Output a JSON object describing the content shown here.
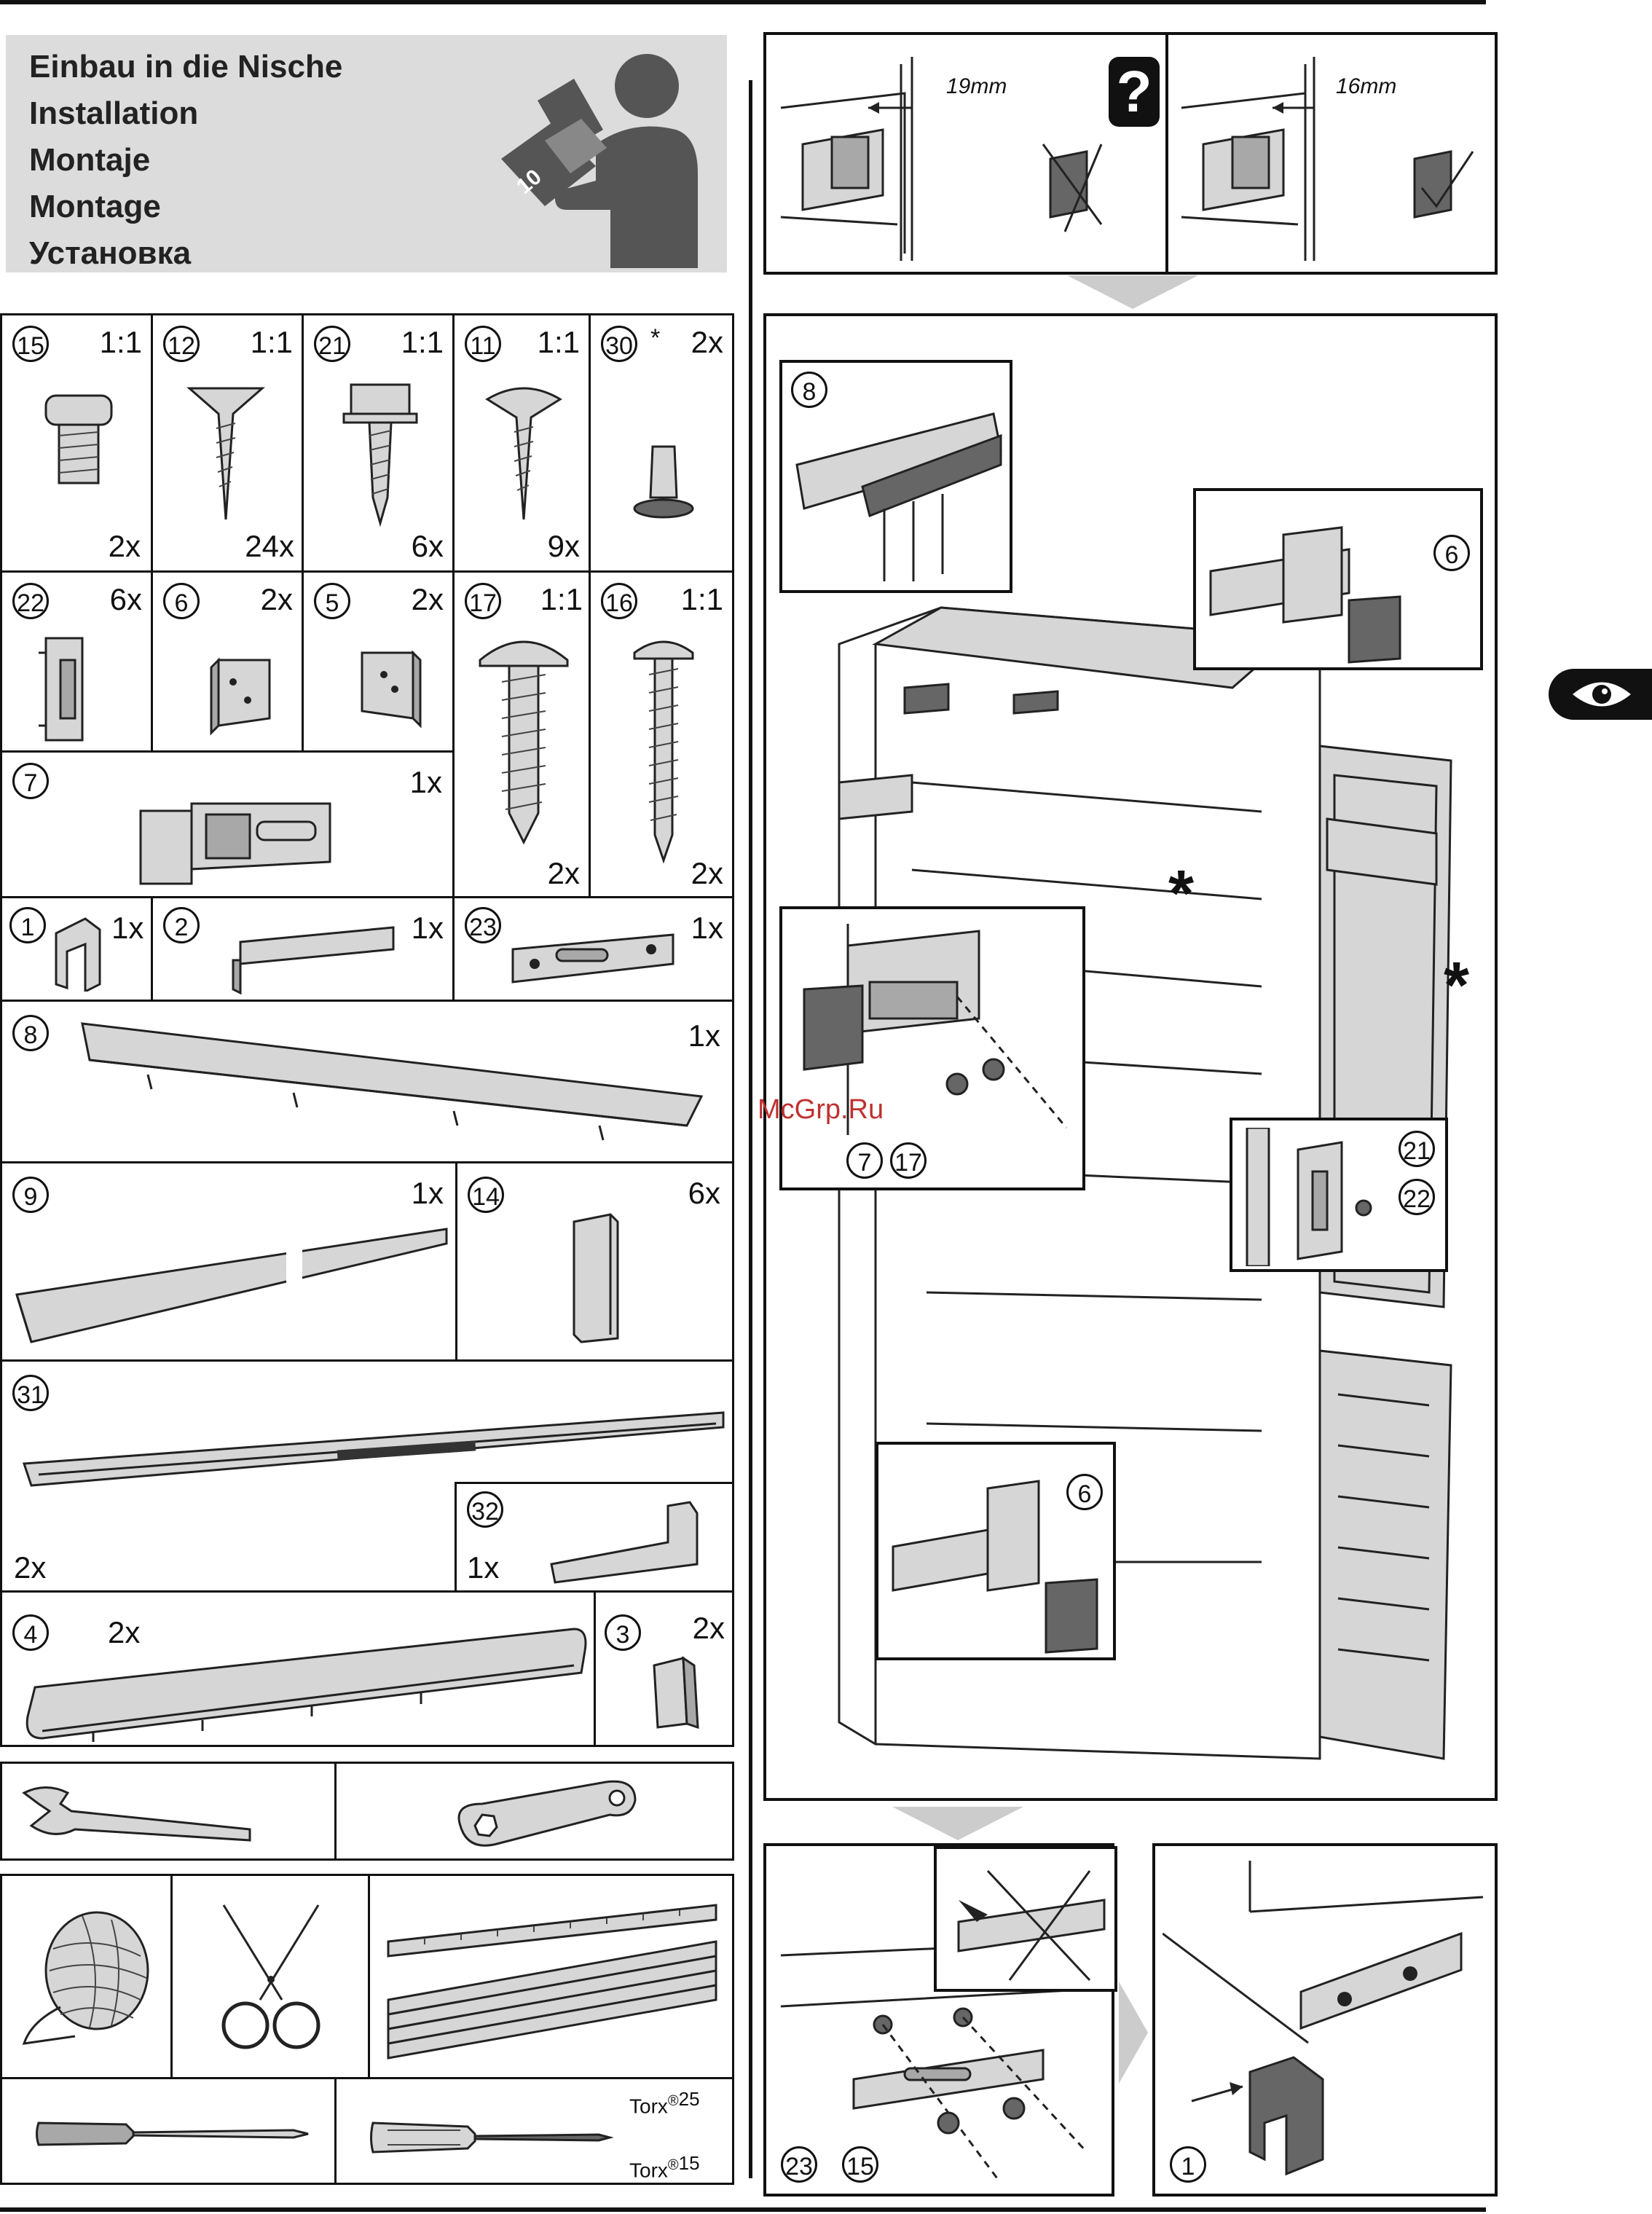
{
  "header": {
    "titles": [
      "Einbau in die Nische",
      "Installation",
      "Montaje",
      "Montage",
      "Установка"
    ],
    "manual_icon_number": "10"
  },
  "parts": {
    "p15": {
      "num": "15",
      "scale": "1:1",
      "qty": "2x"
    },
    "p12": {
      "num": "12",
      "scale": "1:1",
      "qty": "24x"
    },
    "p21": {
      "num": "21",
      "scale": "1:1",
      "qty": "6x"
    },
    "p11": {
      "num": "11",
      "scale": "1:1",
      "qty": "9x"
    },
    "p30": {
      "num": "30",
      "mark": "*",
      "qty": "2x"
    },
    "p22": {
      "num": "22",
      "qty": "6x"
    },
    "p6": {
      "num": "6",
      "qty": "2x"
    },
    "p5": {
      "num": "5",
      "qty": "2x"
    },
    "p17": {
      "num": "17",
      "scale": "1:1",
      "qty": "2x"
    },
    "p16": {
      "num": "16",
      "scale": "1:1",
      "qty": "2x"
    },
    "p7": {
      "num": "7",
      "qty": "1x"
    },
    "p1": {
      "num": "1",
      "qty": "1x"
    },
    "p2": {
      "num": "2",
      "qty": "1x"
    },
    "p23": {
      "num": "23",
      "qty": "1x"
    },
    "p8": {
      "num": "8",
      "qty": "1x"
    },
    "p9": {
      "num": "9",
      "qty": "1x"
    },
    "p14": {
      "num": "14",
      "qty": "6x"
    },
    "p31": {
      "num": "31",
      "qty": "2x"
    },
    "p32": {
      "num": "32",
      "qty": "1x"
    },
    "p4": {
      "num": "4",
      "qty": "2x"
    },
    "p3": {
      "num": "3",
      "qty": "2x"
    }
  },
  "tools": {
    "torx_a": "Torx",
    "torx_a_size": "25",
    "torx_b": "Torx",
    "torx_b_size": "15",
    "registered": "®"
  },
  "steps": {
    "gap_wrong": "19mm",
    "gap_right": "16mm",
    "question": "?",
    "callout_8": "8",
    "callout_6a": "6",
    "callout_7": "7",
    "callout_17": "17",
    "callout_21": "21",
    "callout_22": "22",
    "callout_6b": "6",
    "callout_23": "23",
    "callout_15": "15",
    "callout_1": "1",
    "asterisk": "*"
  },
  "watermark": "McGrp.Ru"
}
